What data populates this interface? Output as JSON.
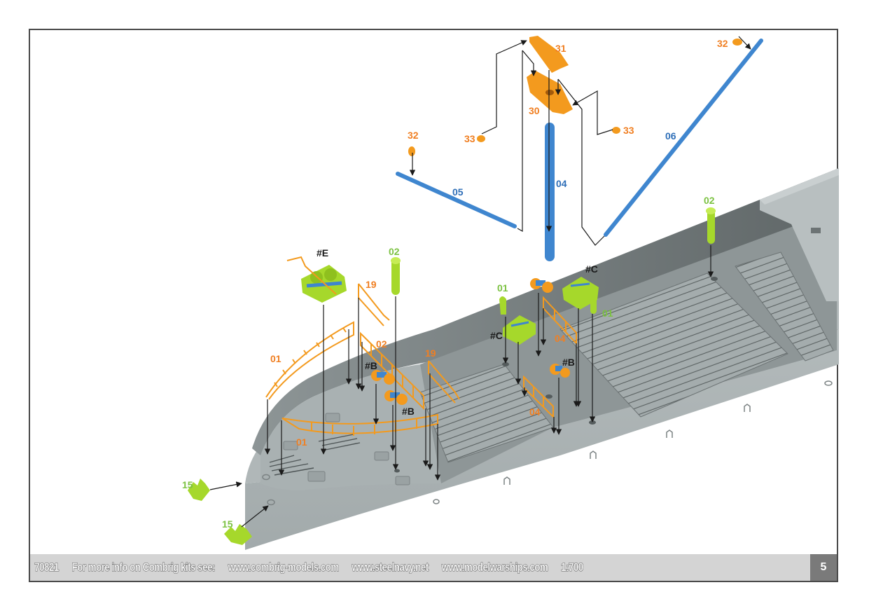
{
  "page": {
    "number": "5"
  },
  "footer": {
    "kit_number": "70821",
    "info_text": "For more info on Combrig kits see:",
    "links": [
      "www.combrig-models.com",
      "www.steelnavy.net",
      "www.modelwarships.com"
    ],
    "scale": "1:700"
  },
  "colors": {
    "orange_part": "#f39a1e",
    "orange_label": "#f07f22",
    "blue_part": "#3f86cf",
    "blue_label": "#2f6fb8",
    "green_part": "#a6d82b",
    "green_label": "#7cc242",
    "hull_gray": "#a9b1b2",
    "footer_bg": "#d4d4d4",
    "page_box": "#7a7a7a"
  },
  "parts": {
    "p31": "31",
    "p30": "30",
    "p33_left": "33",
    "p33_right": "33",
    "p32_left": "32",
    "p32_right": "32",
    "p05": "05",
    "p04_mast": "04",
    "p06": "06",
    "p02_green_right": "02",
    "p02_green_left": "02",
    "subassy_E": "#E",
    "p19_upper": "19",
    "p19_lower": "19",
    "p01_rail_upper": "01",
    "p01_rail_lower": "01",
    "p02_rail": "02",
    "subassy_B1": "#B",
    "subassy_B2": "#B",
    "subassy_B3": "#B",
    "p01_green_left": "01",
    "p01_green_right": "01",
    "subassy_C_left": "#C",
    "subassy_C_right": "#C",
    "p04_rail_upper": "04",
    "p04_rail_lower": "04",
    "p15_upper": "15",
    "p15_lower": "15"
  }
}
